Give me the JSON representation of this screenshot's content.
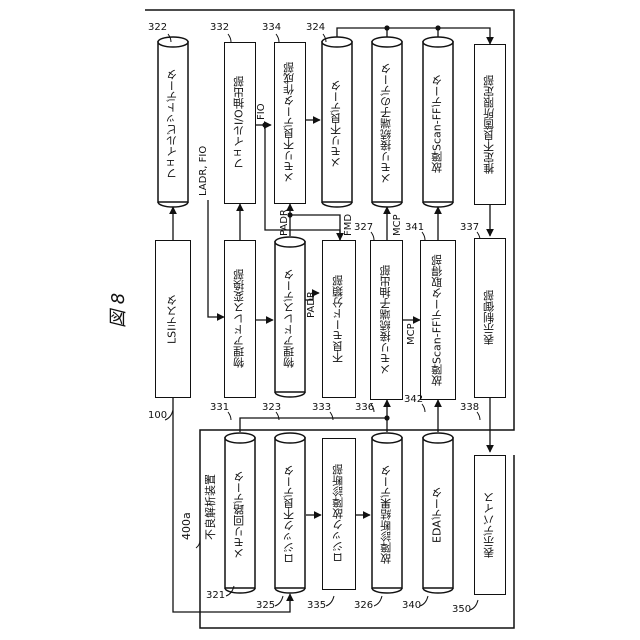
{
  "figure": {
    "title": "図 8"
  },
  "system": {
    "ref": "400a",
    "label": "不良解析装置"
  },
  "tester": {
    "ref": "100",
    "label": "LSIテスタ"
  },
  "display_device": {
    "ref": "350",
    "label": "表示デバイス"
  },
  "blocks": {
    "b322": {
      "ref": "322",
      "label": "フェイルビットデータ"
    },
    "b332": {
      "ref": "332",
      "label": "フェイルI/O抽出部"
    },
    "b334": {
      "ref": "334",
      "label": "メモリ不良データ作成部"
    },
    "b324": {
      "ref": "324",
      "label": "メモリ不良データ"
    },
    "b327": {
      "ref": "327",
      "label": "メモリ接続端子のデータ"
    },
    "b341": {
      "ref": "341",
      "label": "故障Scan-FFデータ"
    },
    "b337": {
      "ref": "337",
      "label": "推定不良箇所限定部"
    },
    "b331": {
      "ref": "331",
      "label": "物理アドレス変換部"
    },
    "b323": {
      "ref": "323",
      "label": "物理アドレスデータ"
    },
    "b333": {
      "ref": "333",
      "label": "不良モード分類部"
    },
    "b336": {
      "ref": "336",
      "label": "メモリ接続端子抽出部"
    },
    "b342": {
      "ref": "342",
      "label": "故障Scan-FFデータ取得部"
    },
    "b338": {
      "ref": "338",
      "label": "表示制御部"
    },
    "b321": {
      "ref": "321",
      "label": "メモリ回路データ"
    },
    "b325": {
      "ref": "325",
      "label": "ロジック不良データ"
    },
    "b335": {
      "ref": "335",
      "label": "ロジック故障診断部"
    },
    "b326": {
      "ref": "326",
      "label": "故障診断結果データ"
    },
    "b340": {
      "ref": "340",
      "label": "EDAデータ"
    }
  },
  "signals": {
    "ladr_fio": "LADR, FIO",
    "fio": "FIO",
    "padr_top": "PADR",
    "padr_mid": "PADR",
    "fmd": "FMD",
    "mcp_top": "MCP",
    "mcp_mid": "MCP"
  }
}
